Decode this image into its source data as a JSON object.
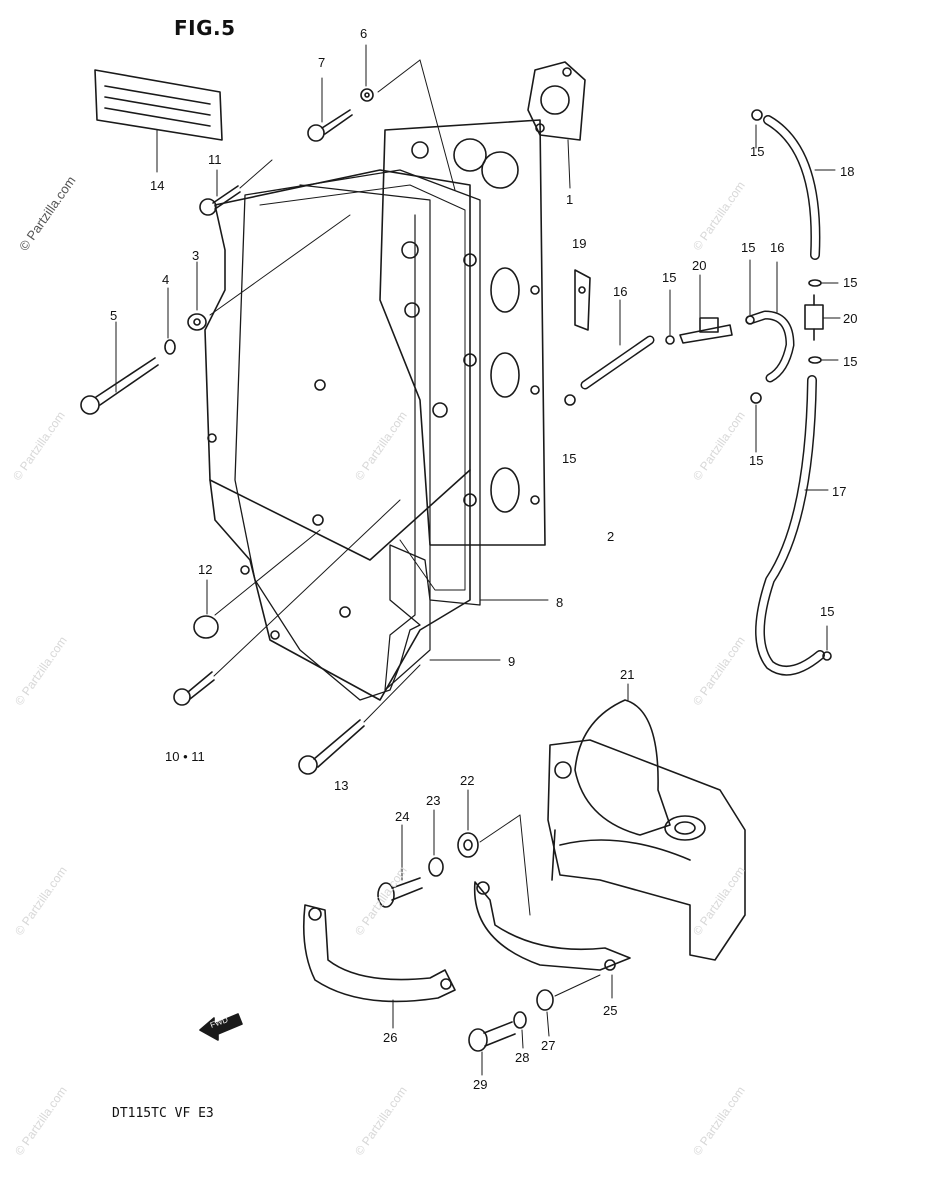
{
  "figure_title": "FIG.5",
  "model_code": "DT115TC VF E3",
  "group_note": "10 • 11",
  "fwd_label": "FWD",
  "watermark": "© Partzilla.com",
  "callouts": [
    "1",
    "2",
    "3",
    "4",
    "5",
    "6",
    "7",
    "8",
    "9",
    "11",
    "12",
    "13",
    "14",
    "15",
    "15",
    "15",
    "15",
    "15",
    "15",
    "15",
    "15",
    "16",
    "16",
    "17",
    "18",
    "19",
    "20",
    "20",
    "21",
    "22",
    "23",
    "24",
    "25",
    "26",
    "27",
    "28",
    "29"
  ],
  "colors": {
    "line": "#1a1a1a",
    "watermark": "#d8d8d8",
    "background": "#ffffff"
  }
}
